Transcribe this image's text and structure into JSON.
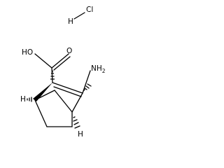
{
  "molecule": {
    "salt_label": {
      "h": "H",
      "cl": "Cl"
    },
    "acid_label": "HO",
    "carbonyl_o_label": "O",
    "amine_label": {
      "nh": "NH",
      "subscript": "2"
    },
    "bridgehead_h_top_label": "H",
    "bridgehead_h_bottom_label": "H"
  }
}
